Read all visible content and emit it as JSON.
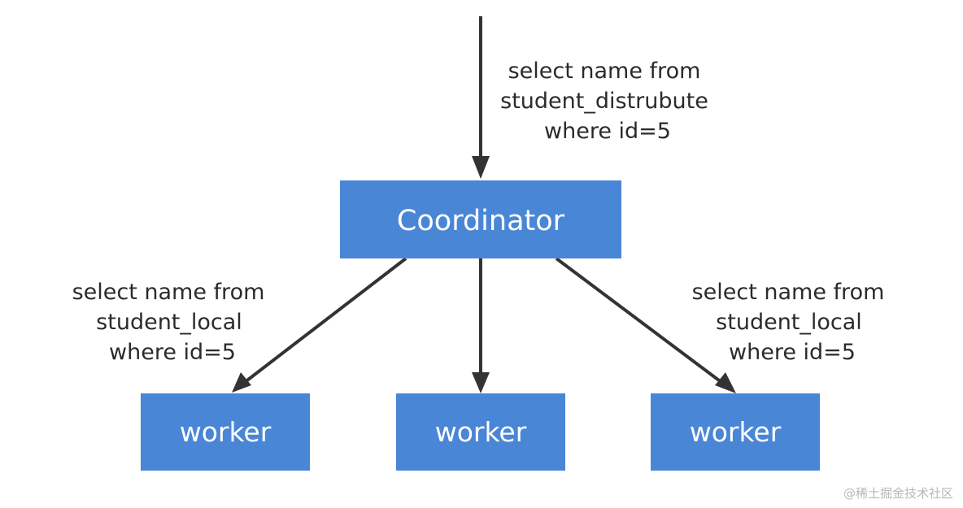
{
  "colors": {
    "box_fill": "#4a86d6",
    "box_text": "#ffffff",
    "arrow": "#333333",
    "label_text": "#2b2b2b"
  },
  "nodes": {
    "coordinator": "Coordinator",
    "worker_left": "worker",
    "worker_middle": "worker",
    "worker_right": "worker"
  },
  "edges": {
    "incoming_query": [
      "select name from",
      "student_distrubute",
      "where id=5"
    ],
    "left_query": [
      "select name from",
      "student_local",
      "where id=5"
    ],
    "right_query": [
      "select name from",
      "student_local",
      "where id=5"
    ]
  },
  "watermark": "@稀土掘金技术社区"
}
